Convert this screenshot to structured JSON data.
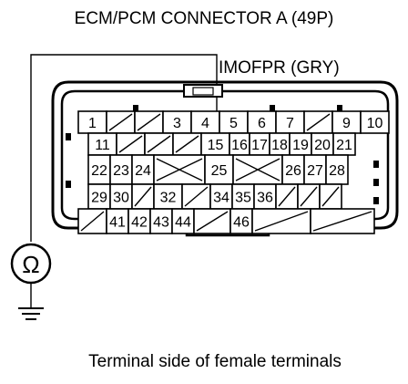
{
  "diagram": {
    "title": "ECM/PCM CONNECTOR A (49P)",
    "wire_label": "IMOFPR (GRY)",
    "caption": "Terminal side of female terminals",
    "meter_symbol": "Ω",
    "probe_terminal": "16",
    "rows": [
      [
        "1",
        "/",
        "/",
        "3",
        "4",
        "5",
        "6",
        "7",
        "/",
        "9",
        "10"
      ],
      [
        "11",
        "/",
        "/",
        "/",
        "15",
        "16",
        "17",
        "18",
        "19",
        "20",
        "21"
      ],
      [
        "22",
        "23",
        "24",
        "X",
        "25",
        "X",
        "26",
        "27",
        "28"
      ],
      [
        "29",
        "30",
        "/",
        "32",
        "/",
        "34",
        "35",
        "36",
        "/",
        "/",
        "/"
      ],
      [
        "/",
        "41",
        "42",
        "43",
        "44",
        "/",
        "46",
        "/",
        "/"
      ]
    ]
  }
}
